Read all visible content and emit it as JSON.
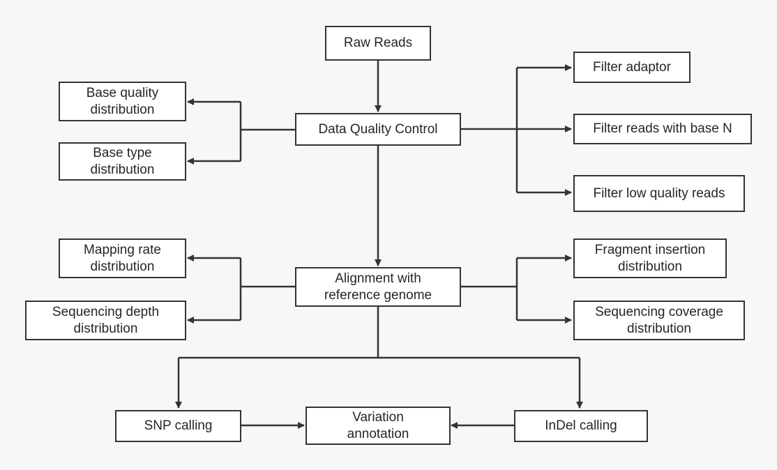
{
  "diagram": {
    "line_color": "#333333",
    "box_border_color": "#333333",
    "box_fill": "#ffffff",
    "text_color": "#262626",
    "background": "#f7f7f7",
    "nodes": {
      "raw_reads": "Raw Reads",
      "data_quality_control": "Data Quality Control",
      "base_quality": "Base quality\ndistribution",
      "base_type": "Base type\ndistribution",
      "filter_adaptor": "Filter adaptor",
      "filter_base_n": "Filter reads with base N",
      "filter_low_quality": "Filter low quality reads",
      "alignment": "Alignment with\nreference genome",
      "mapping_rate": "Mapping rate\ndistribution",
      "sequencing_depth": "Sequencing depth\ndistribution",
      "fragment_insertion": "Fragment insertion\ndistribution",
      "sequencing_coverage": "Sequencing coverage\ndistribution",
      "snp_calling": "SNP calling",
      "variation_annotation": "Variation\nannotation",
      "indel_calling": "InDel calling"
    }
  }
}
